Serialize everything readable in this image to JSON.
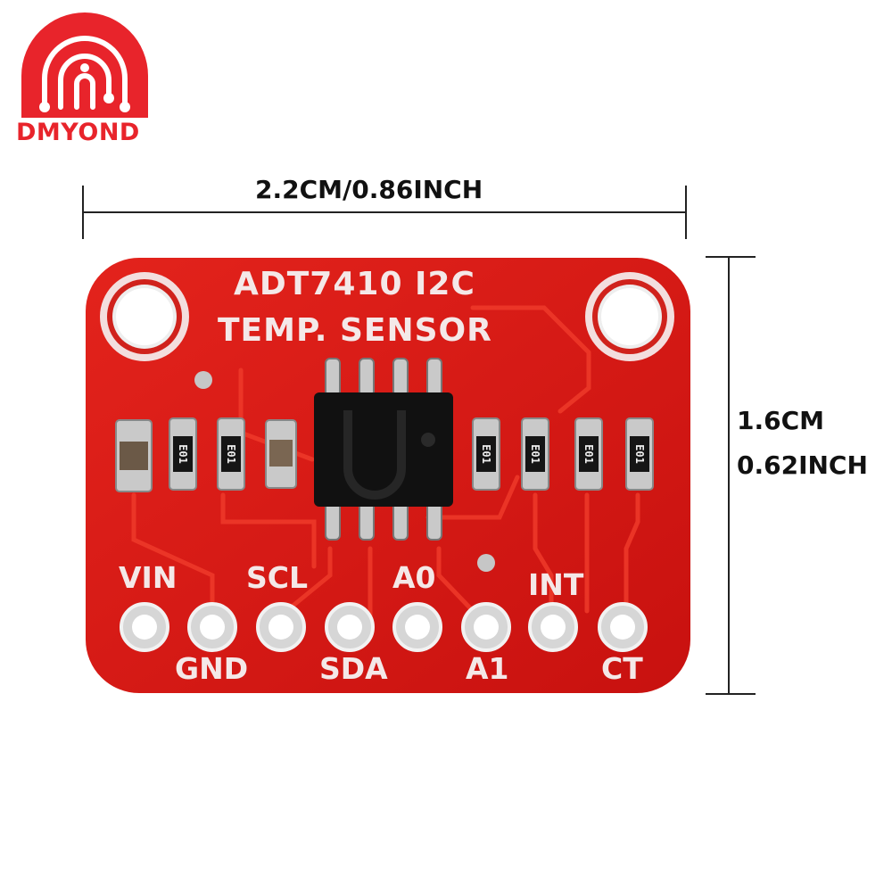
{
  "brand": {
    "name": "DMYOND",
    "color": "#e8242b"
  },
  "dimensions": {
    "width_label": "2.2CM/0.86INCH",
    "height_line1": "1.6CM",
    "height_line2": "0.62INCH"
  },
  "board": {
    "color": "#d81613",
    "silk_color": "#f4e8e8",
    "title_line1": "ADT7410   I2C",
    "title_line2": "TEMP.  SENSOR",
    "smd_code": "E01",
    "pins_top_labels": [
      "VIN",
      "SCL",
      "A0",
      "INT"
    ],
    "pins_bottom_labels": [
      "GND",
      "SDA",
      "A1",
      "CT"
    ]
  }
}
